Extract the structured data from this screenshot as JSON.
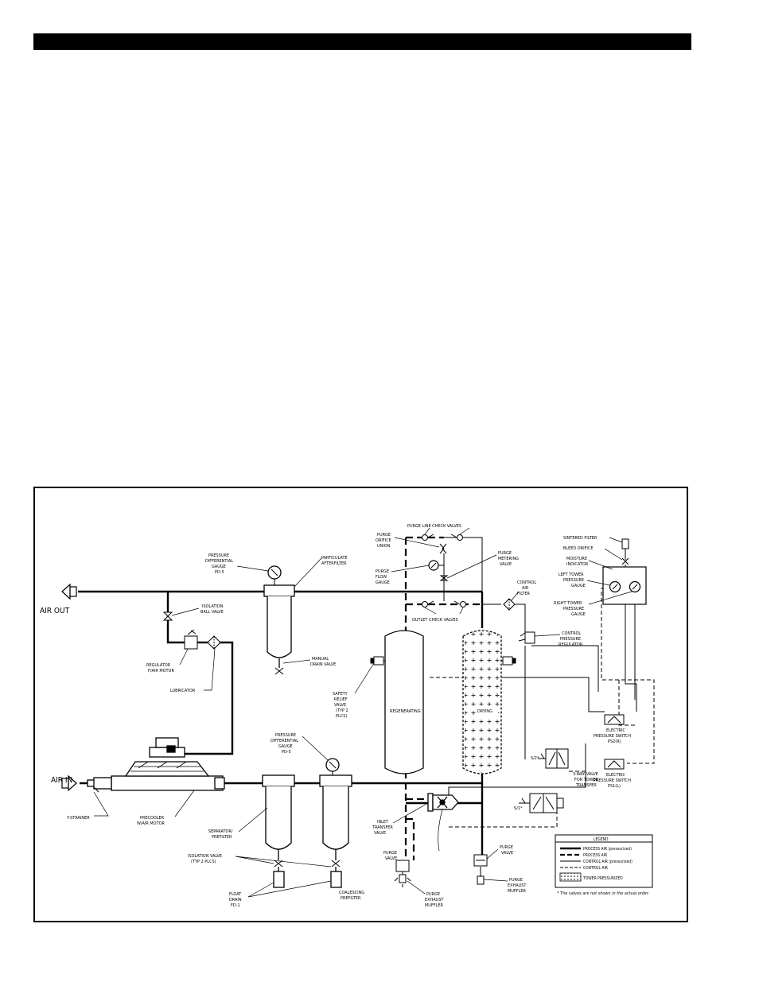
{
  "labels": {
    "air_out": "AIR OUT",
    "air_in": "AIR IN",
    "pdg_top_1": "PRESSURE",
    "pdg_top_2": "DIFFERENTIAL",
    "pdg_top_3": "GAUGE",
    "pdg_top_4": "PD-5",
    "after_1": "PARTICULATE",
    "after_2": "AFTERFILTER",
    "manual_1": "MANUAL",
    "manual_2": "DRAIN VALVE",
    "iso_ball_1": "ISOLATION",
    "iso_ball_2": "BALL VALVE",
    "reg_1": "REGULATOR",
    "reg_2": "F/AIR MOTOR",
    "lubricator": "LUBRICATOR",
    "purge_line_check": "PURGE LINE CHECK VALVES",
    "orifice_1": "PURGE",
    "orifice_2": "ORIFICE",
    "orifice_3": "UNION",
    "pflow_1": "PURGE",
    "pflow_2": "FLOW",
    "pflow_3": "GAUGE",
    "meter_1": "PURGE",
    "meter_2": "METERING",
    "meter_3": "VALVE",
    "outlet_check": "OUTLET CHECK VALVES",
    "caf_1": "CONTROL",
    "caf_2": "AIR",
    "caf_3": "FILTER",
    "cpr_1": "CONTROL",
    "cpr_2": "PRESSURE",
    "cpr_3": "REGULATOR",
    "sintered": "SINTERED FILTER",
    "bleed": "BLEED ORIFICE",
    "moist_1": "MOISTURE",
    "moist_2": "INDICATOR",
    "ltpg_1": "LEFT TOWER",
    "ltpg_2": "PRESSURE",
    "ltpg_3": "GAUGE",
    "rtpg_1": "RIGHT TOWER",
    "rtpg_2": "PRESSURE",
    "rtpg_3": "GAUGE",
    "safety_1": "SAFETY",
    "safety_2": "RELIEF",
    "safety_3": "VALVE",
    "safety_4": "(TYP 2",
    "safety_5": "PLCS)",
    "regenerating": "REGENERATING",
    "drying": "DRYING",
    "eps2_1": "ELECTRIC",
    "eps2_2": "PRESSURE SWITCH",
    "eps2_3": "PS2(R)",
    "eps1_1": "ELECTRIC",
    "eps1_2": "PRESSURE SWITCH",
    "eps1_3": "PS1(L)",
    "threeway_1": "3-WAY VALVE",
    "threeway_2": "FOR TOWER",
    "threeway_3": "TRANSFER",
    "sv2": "S/2*",
    "sv1": "S/1*",
    "pdg_bot_1": "PRESSURE",
    "pdg_bot_2": "DIFFERENTIAL",
    "pdg_bot_3": "GAUGE",
    "pdg_bot_4": "PD-5",
    "ystrainer": "Y-STRAINER",
    "precooler_1": "PRECOOLER",
    "precooler_2": "W/AIR MOTOR",
    "sep_1": "SEPARATOR/",
    "sep_2": "PREFILTER",
    "iso_typ_1": "ISOLATION VALVE",
    "iso_typ_2": "(TYP 2 PLCS)",
    "float_1": "FLOAT",
    "float_2": "DRAIN",
    "float_3": "FD-1",
    "coal_1": "COALESCING",
    "coal_2": "PREFILTER",
    "inlet_1": "INLET",
    "inlet_2": "TRANSFER",
    "inlet_3": "VALVE",
    "pvl_1": "PURGE",
    "pvl_2": "VALVE",
    "pem_l_1": "PURGE",
    "pem_l_2": "EXHAUST",
    "pem_l_3": "MUFFLER",
    "pvr_1": "PURGE",
    "pvr_2": "VALVE",
    "pem_r_1": "PURGE",
    "pem_r_2": "EXHAUST",
    "pem_r_3": "MUFFLER"
  },
  "legend": {
    "title": "LEGEND",
    "items": [
      "PROCESS AIR (pressurized)",
      "PROCESS AIR",
      "CONTROL AIR (pressurized)",
      "CONTROL AIR",
      "TOWER PRESSURIZED"
    ],
    "note": "* The valves are not shown in the actual order."
  }
}
